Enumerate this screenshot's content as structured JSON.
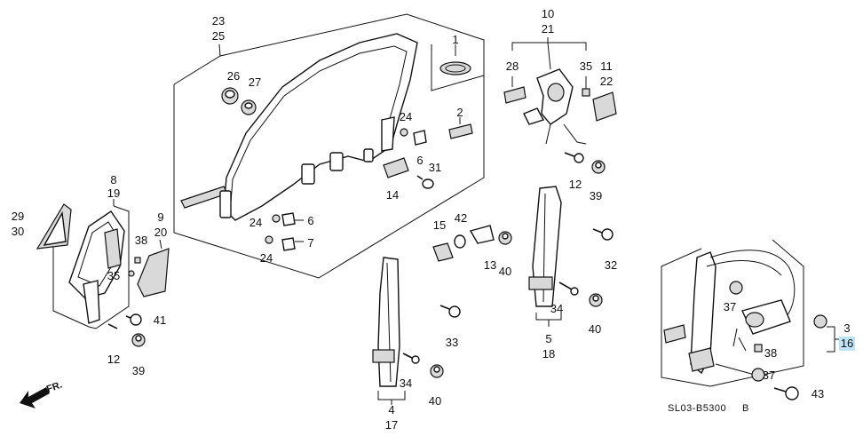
{
  "callouts": [
    {
      "id": "c23",
      "text": "23"
    },
    {
      "id": "c25",
      "text": "25"
    },
    {
      "id": "c1",
      "text": "1"
    },
    {
      "id": "c26",
      "text": "26"
    },
    {
      "id": "c27",
      "text": "27"
    },
    {
      "id": "c24a",
      "text": "24"
    },
    {
      "id": "c2",
      "text": "2"
    },
    {
      "id": "c6a",
      "text": "6"
    },
    {
      "id": "c31",
      "text": "31"
    },
    {
      "id": "c14",
      "text": "14"
    },
    {
      "id": "c24b",
      "text": "24"
    },
    {
      "id": "c6b",
      "text": "6"
    },
    {
      "id": "c7",
      "text": "7"
    },
    {
      "id": "c24c",
      "text": "24"
    },
    {
      "id": "c10",
      "text": "10"
    },
    {
      "id": "c21",
      "text": "21"
    },
    {
      "id": "c28",
      "text": "28"
    },
    {
      "id": "c35a",
      "text": "35"
    },
    {
      "id": "c11",
      "text": "11"
    },
    {
      "id": "c22",
      "text": "22"
    },
    {
      "id": "c12a",
      "text": "12"
    },
    {
      "id": "c39a",
      "text": "39"
    },
    {
      "id": "c8",
      "text": "8"
    },
    {
      "id": "c19",
      "text": "19"
    },
    {
      "id": "c29",
      "text": "29"
    },
    {
      "id": "c30",
      "text": "30"
    },
    {
      "id": "c9",
      "text": "9"
    },
    {
      "id": "c20",
      "text": "20"
    },
    {
      "id": "c38a",
      "text": "38"
    },
    {
      "id": "c35b",
      "text": "35"
    },
    {
      "id": "c41",
      "text": "41"
    },
    {
      "id": "c12b",
      "text": "12"
    },
    {
      "id": "c39b",
      "text": "39"
    },
    {
      "id": "c15",
      "text": "15"
    },
    {
      "id": "c42",
      "text": "42"
    },
    {
      "id": "c13",
      "text": "13"
    },
    {
      "id": "c40a",
      "text": "40"
    },
    {
      "id": "c32",
      "text": "32"
    },
    {
      "id": "c33",
      "text": "33"
    },
    {
      "id": "c34a",
      "text": "34"
    },
    {
      "id": "c40b",
      "text": "40"
    },
    {
      "id": "c4",
      "text": "4"
    },
    {
      "id": "c17",
      "text": "17"
    },
    {
      "id": "c34b",
      "text": "34"
    },
    {
      "id": "c5",
      "text": "5"
    },
    {
      "id": "c18",
      "text": "18"
    },
    {
      "id": "c40c",
      "text": "40"
    },
    {
      "id": "c37a",
      "text": "37"
    },
    {
      "id": "c3",
      "text": "3"
    },
    {
      "id": "c16",
      "text": "16"
    },
    {
      "id": "c38b",
      "text": "38"
    },
    {
      "id": "c37b",
      "text": "37"
    },
    {
      "id": "c43",
      "text": "43"
    }
  ],
  "highlighted_callout": "16",
  "highlight_color": "#bfe3f7",
  "diagram_code": "SL03-B5300",
  "diagram_code_suffix": "B",
  "direction_arrow_label": "FR."
}
